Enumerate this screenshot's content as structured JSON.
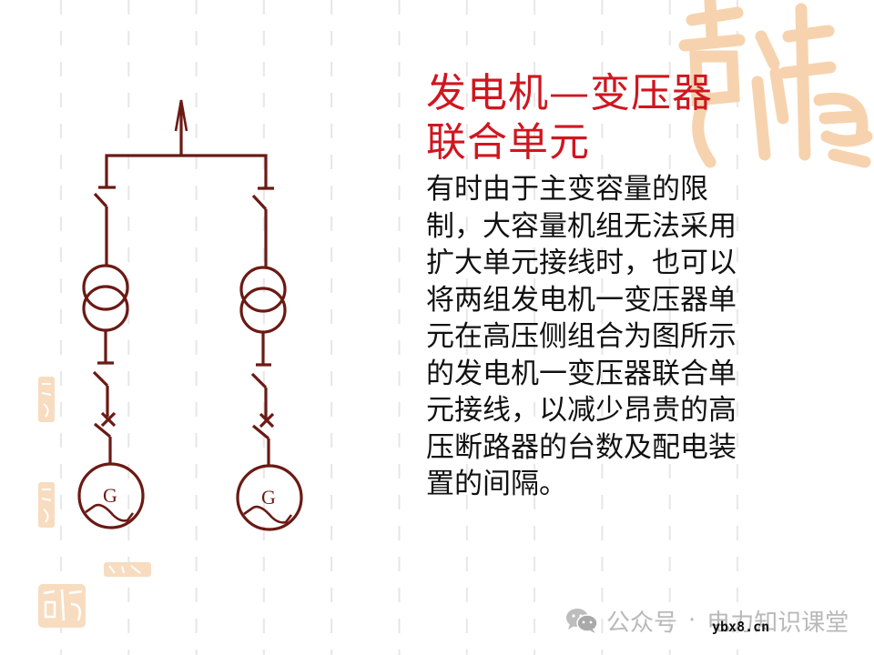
{
  "slide": {
    "title_lines": [
      "发电机—变压器",
      "联合单元"
    ],
    "body_lines": [
      "有时由于主变容量的限",
      "制，大容量机组无法采用",
      "扩大单元接线时，也可以",
      "将两组发电机一变压器单",
      "元在高压侧组合为图所示",
      "的发电机一变压器联合单",
      "元接线，以减少昂贵的高",
      "压断路器的台数及配电装",
      "置的间隔。"
    ],
    "colors": {
      "title": "#d0161f",
      "diagram_line": "#6b1a14",
      "body_text": "#111111",
      "seal": "#f5cfa8",
      "grid_dash": "#e4e4e4"
    }
  },
  "diagram": {
    "generator_label": "G",
    "generator_symbol": "generator-icon",
    "transformer_symbol": "two-winding-transformer-icon",
    "branches": 2,
    "outgoing_arrow": "arrow-up-icon"
  },
  "footer": {
    "icon": "wechat-icon",
    "prefix": "公众号",
    "separator": "·",
    "account": "电力知识课堂"
  },
  "watermark": {
    "text": "ybx8.cn"
  }
}
